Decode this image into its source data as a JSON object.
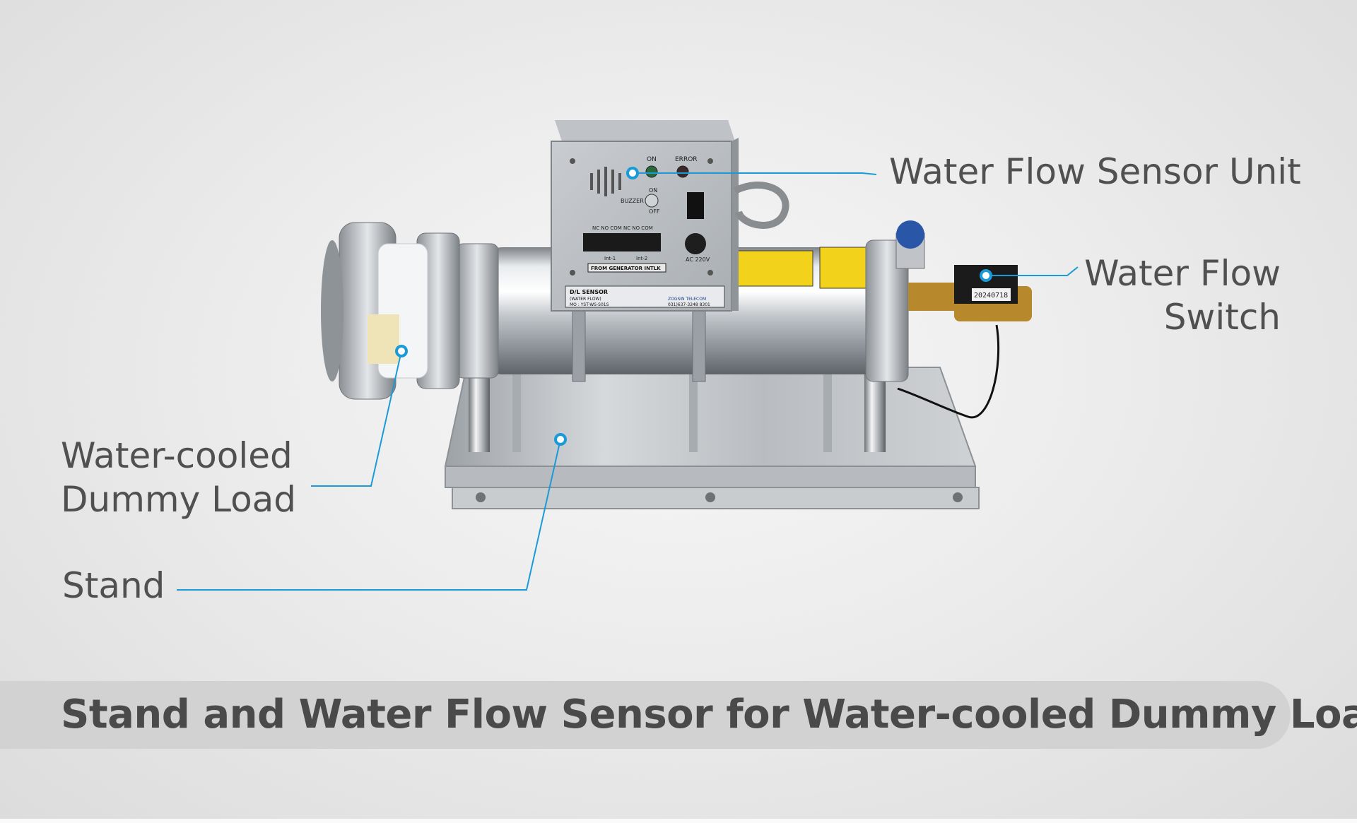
{
  "labels": {
    "sensor_unit": "Water Flow Sensor Unit",
    "flow_switch_line1": "Water Flow",
    "flow_switch_line2": "Switch",
    "dummy_load_line1": "Water-cooled",
    "dummy_load_line2": "Dummy Load",
    "stand": "Stand"
  },
  "caption": "Stand and Water Flow Sensor for Water-cooled Dummy Load",
  "device_text": {
    "led_on": "ON",
    "led_error": "ERROR",
    "switch_on": "ON",
    "buzzer": "BUZZER",
    "switch_off": "OFF",
    "terminal_labels": "NC  NO COM  NC  NO COM",
    "intlk1": "Int-1",
    "intlk2": "Int-2",
    "terminal_caption": "FROM GENERATOR INTLK",
    "power_label": "AC 220V",
    "plate_line1": "D/L SENSOR",
    "plate_line2": "(WATER FLOW)",
    "plate_line3": "MO : YST-WS-S01S",
    "maker_name": "ZOGSIN TELECOM",
    "maker_phone": "031)637-3248  8301",
    "switch_tag": "20240718"
  },
  "colors": {
    "callout": "#1a9ad6",
    "label_text": "#505050",
    "caption_band": "#d2d2d2",
    "caption_text": "#4a4a4a",
    "warning_yellow": "#f2d21b",
    "brass": "#b8892c"
  }
}
